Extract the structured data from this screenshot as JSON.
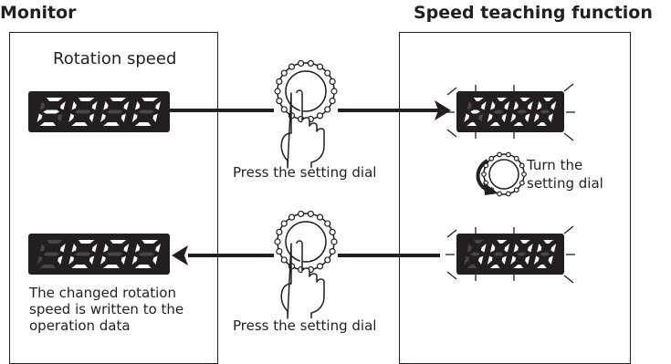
{
  "monitor": {
    "title": "Monitor",
    "speed_label": "Rotation speed",
    "display_before": "2000",
    "display_after": "1000",
    "written_note": "The changed rotation speed is written to the operation data"
  },
  "teaching": {
    "title": "Speed teaching function",
    "display_before": "2000",
    "display_after": "1000",
    "turn_label_line1": "Turn the",
    "turn_label_line2": "setting dial"
  },
  "press_label_top": "Press the setting dial",
  "press_label_bottom": "Press the setting dial",
  "colors": {
    "ink": "#231f20",
    "digit": "#ffffff",
    "background": "#ffffff"
  }
}
